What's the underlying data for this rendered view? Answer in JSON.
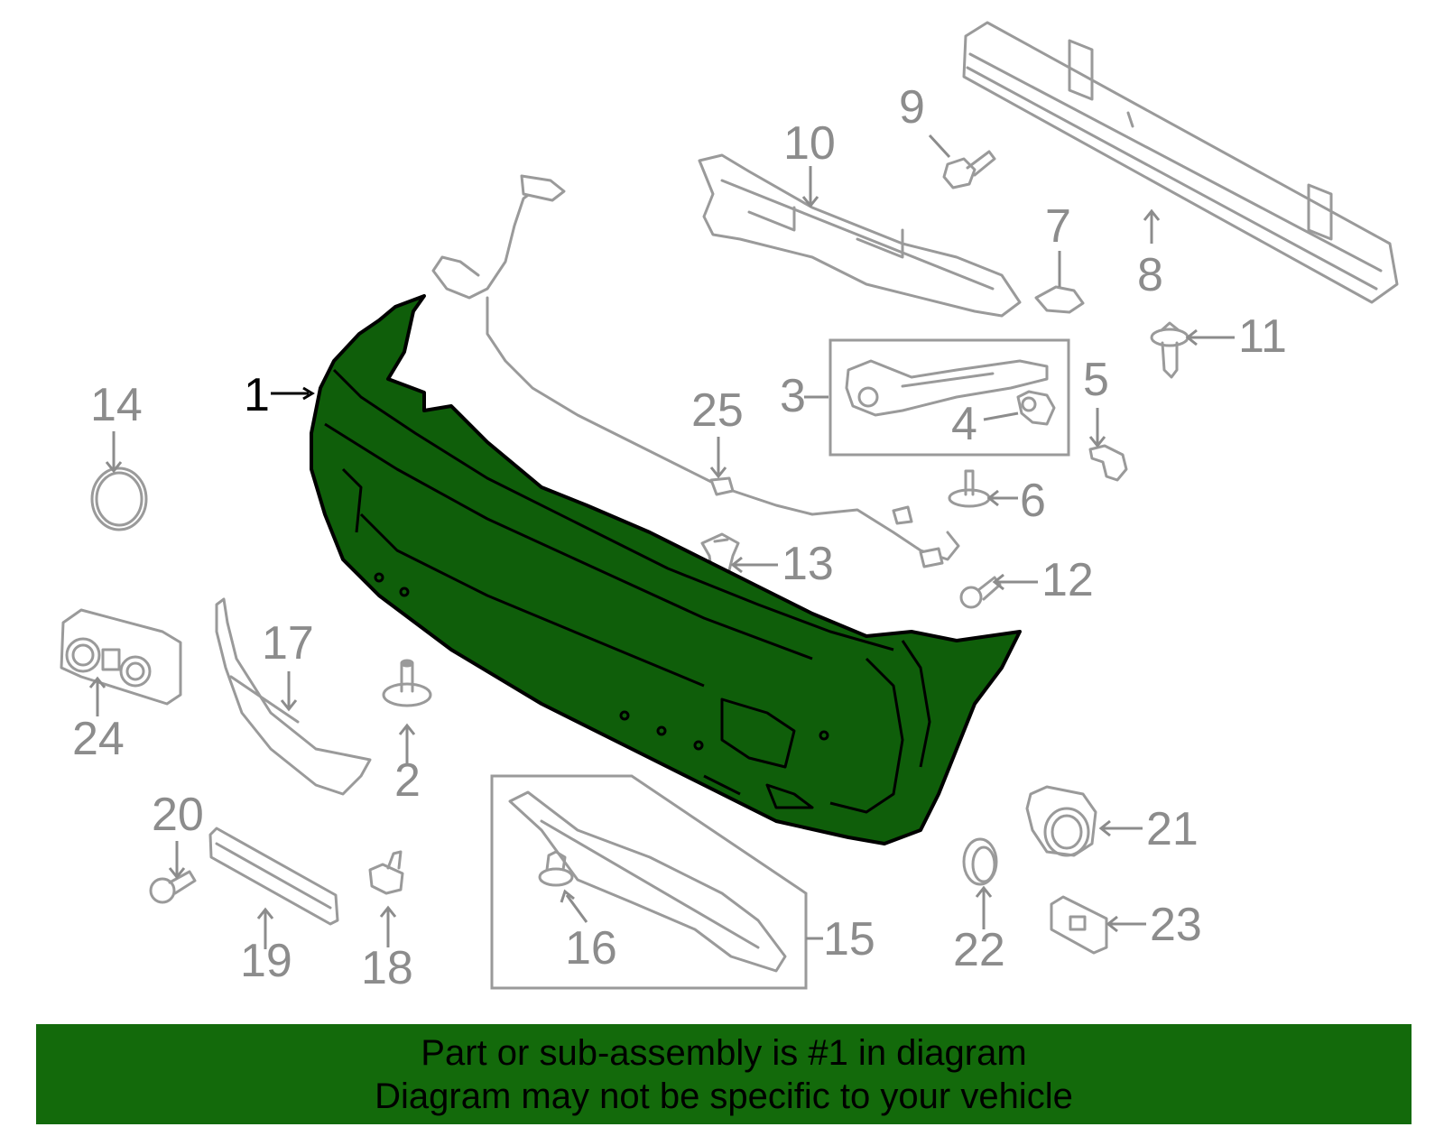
{
  "colors": {
    "highlight_part": "#0f5e0a",
    "banner_background": "#136a0b",
    "part_lines": "#9a9a9a",
    "callout_text": "#8c8c8c"
  },
  "callouts": {
    "c1": "1",
    "c2": "2",
    "c3": "3",
    "c4": "4",
    "c5": "5",
    "c6": "6",
    "c7": "7",
    "c8": "8",
    "c9": "9",
    "c10": "10",
    "c11": "11",
    "c12": "12",
    "c13": "13",
    "c14": "14",
    "c15": "15",
    "c16": "16",
    "c17": "17",
    "c18": "18",
    "c19": "19",
    "c20": "20",
    "c21": "21",
    "c22": "22",
    "c23": "23",
    "c24": "24",
    "c25": "25"
  },
  "banner": {
    "line1": "Part or sub-assembly is #1 in diagram",
    "line2": "Diagram may not be specific to your vehicle"
  }
}
